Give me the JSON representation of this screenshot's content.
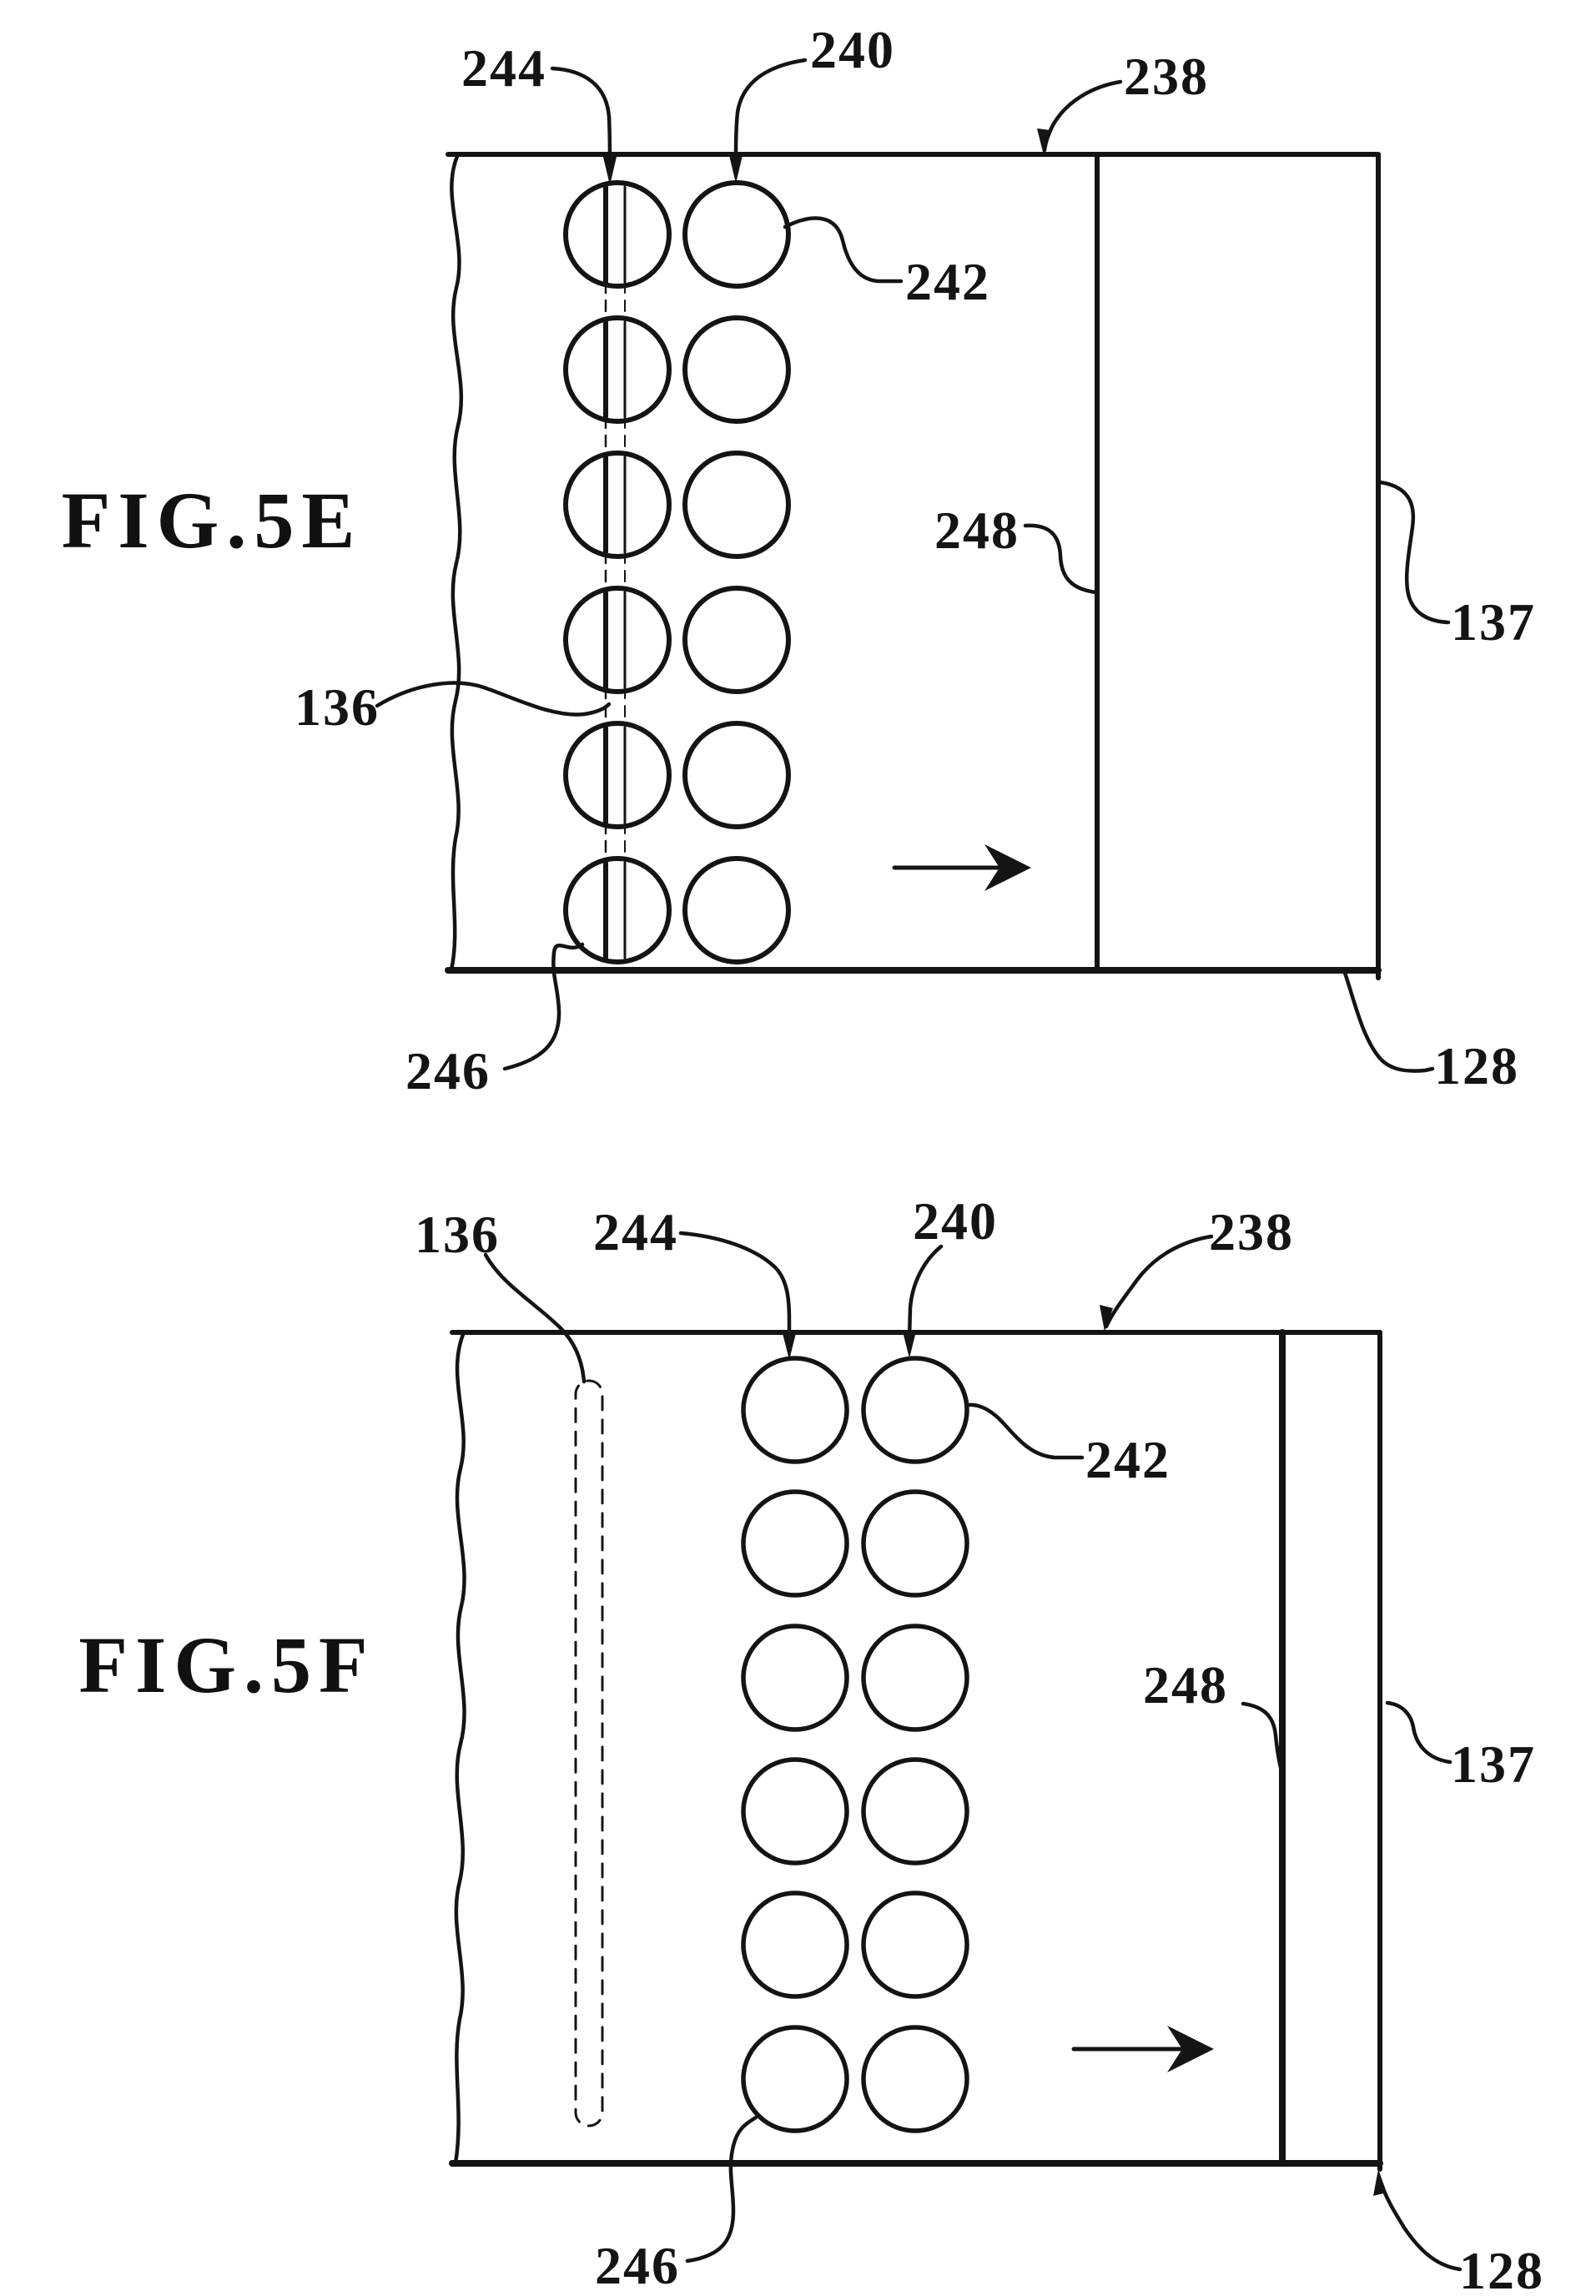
{
  "page": {
    "background": "#ffffff",
    "ink": "#141414"
  },
  "figures": [
    {
      "id": "5E",
      "title": "FIG.5E",
      "labels": {
        "244": "244",
        "240": "240",
        "238": "238",
        "242": "242",
        "248": "248",
        "137": "137",
        "136": "136",
        "246": "246",
        "128": "128"
      }
    },
    {
      "id": "5F",
      "title": "FIG.5F",
      "labels": {
        "136": "136",
        "244": "244",
        "240": "240",
        "238": "238",
        "242": "242",
        "248": "248",
        "137": "137",
        "246": "246",
        "128": "128"
      }
    }
  ]
}
